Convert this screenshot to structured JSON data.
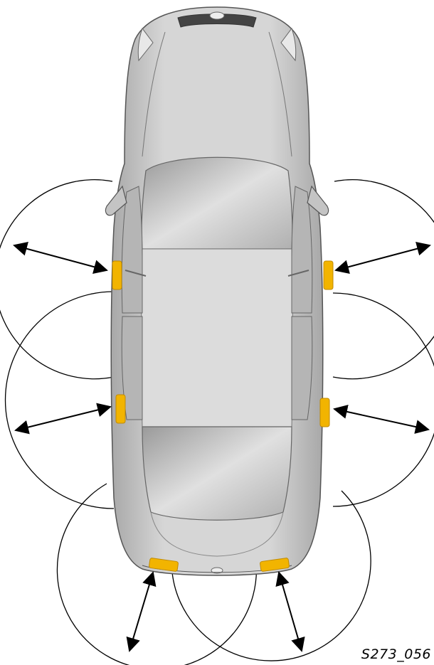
{
  "figure": {
    "code": "S273_056"
  },
  "colors": {
    "car_body": "#cfcfcf",
    "car_outline": "#555555",
    "glass": "#b8b8b8",
    "sensor": "#f2b400",
    "lines": "#000000"
  },
  "sensors": [
    {
      "id": "front-left",
      "label": ""
    },
    {
      "id": "rear-left",
      "label": ""
    },
    {
      "id": "front-right",
      "label": ""
    },
    {
      "id": "rear-right",
      "label": ""
    },
    {
      "id": "rear-bumper-left",
      "label": ""
    },
    {
      "id": "rear-bumper-right",
      "label": ""
    }
  ]
}
